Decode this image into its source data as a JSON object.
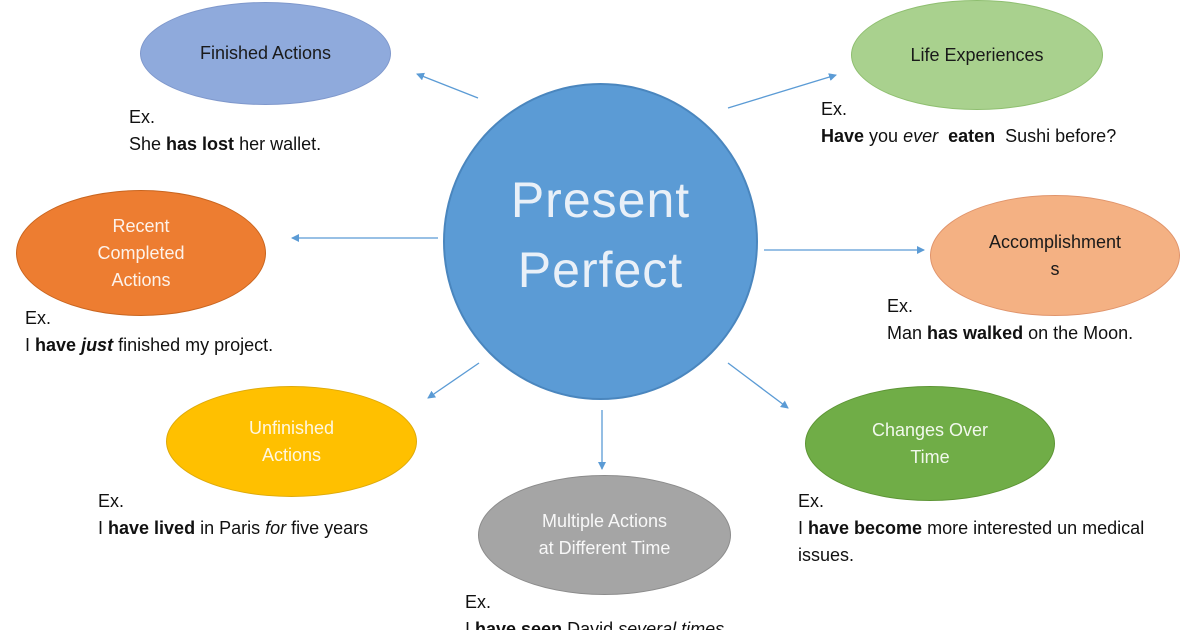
{
  "center": {
    "line1": "Present",
    "line2": "Perfect"
  },
  "nodes": {
    "finished": {
      "label": "Finished Actions",
      "color": "#8faadc",
      "ex": "Ex.",
      "sentence": [
        "She ",
        "has lost",
        " her wallet."
      ]
    },
    "recent": {
      "label1": "Recent",
      "label2": "Completed",
      "label3": "Actions",
      "color": "#ed7d31",
      "ex": "Ex.",
      "sentence": [
        "I ",
        "have",
        " ",
        "just",
        " finished my project."
      ]
    },
    "unfinished": {
      "label1": "Unfinished",
      "label2": "Actions",
      "color": "#ffc000",
      "ex": "Ex.",
      "sentence": [
        "I ",
        "have lived",
        " in Paris ",
        "for",
        " five years"
      ]
    },
    "multiple": {
      "label1": "Multiple Actions",
      "label2": "at Different Time",
      "color": "#a5a5a5",
      "ex": "Ex.",
      "sentence": [
        "I ",
        "have seen",
        " David ",
        "several times"
      ]
    },
    "life": {
      "label": "Life Experiences",
      "color": "#a9d18e",
      "ex": "Ex.",
      "sentence": [
        "Have",
        " you ",
        "ever",
        "  ",
        "eaten",
        "  Sushi before?"
      ]
    },
    "accomplishments": {
      "label1": "Accomplishment",
      "label2": "s",
      "color": "#f4b183",
      "ex": "Ex.",
      "sentence": [
        "Man ",
        "has walked",
        " on the Moon."
      ]
    },
    "changes": {
      "label1": "Changes Over",
      "label2": "Time",
      "color": "#70ad47",
      "ex": "Ex.",
      "sentence_line1": [
        "I ",
        "have become",
        " more interested un medical"
      ],
      "sentence_line2": "issues."
    }
  }
}
